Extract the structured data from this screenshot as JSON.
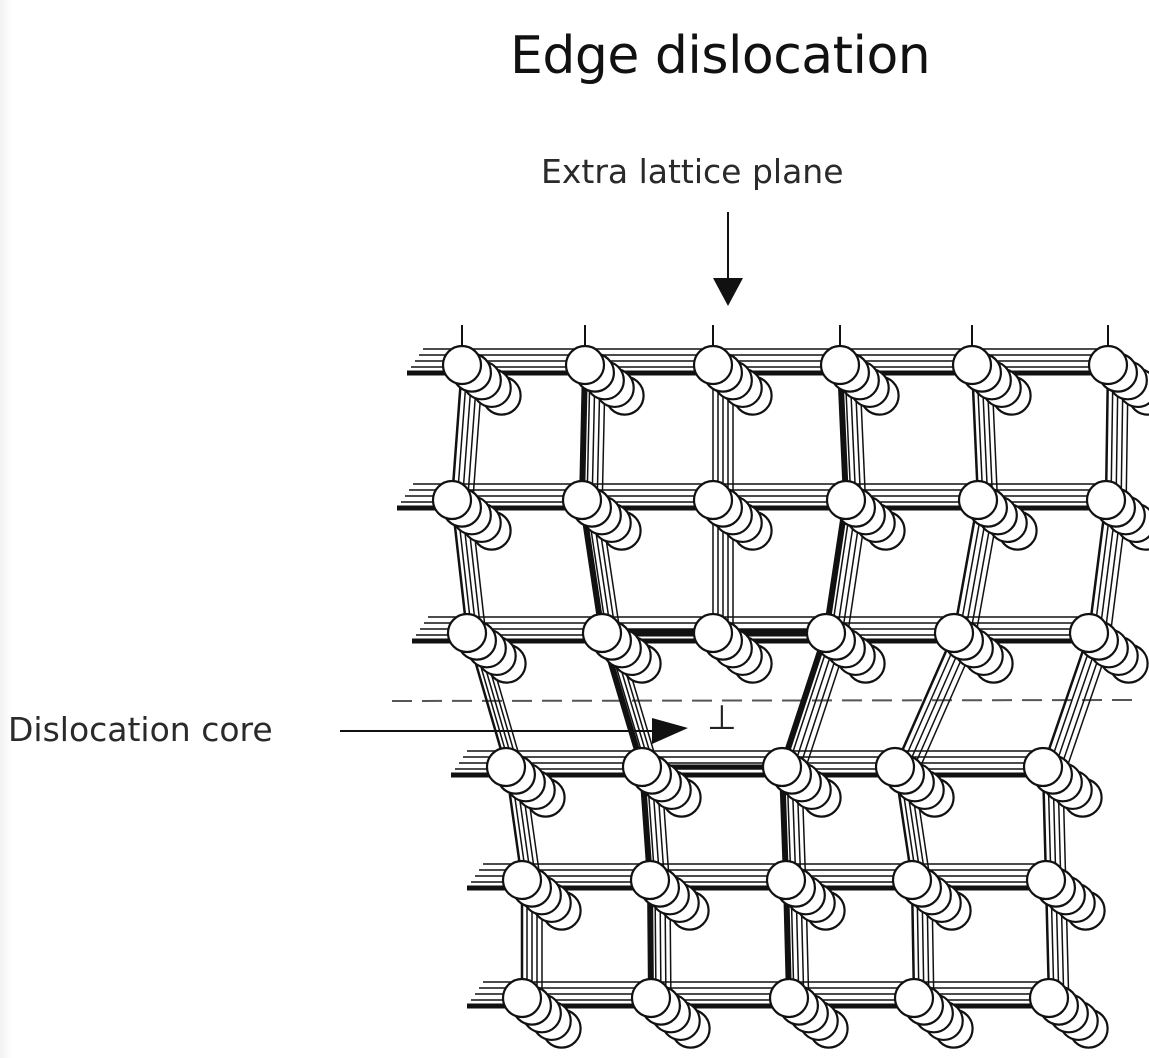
{
  "title": "Edge dislocation",
  "labels": {
    "extra_plane": "Extra lattice plane",
    "core": "Dislocation core"
  },
  "symbol": "⊥",
  "colors": {
    "ink": "#111111",
    "label": "#2a2a2a",
    "atom_fill": "#ffffff"
  }
}
